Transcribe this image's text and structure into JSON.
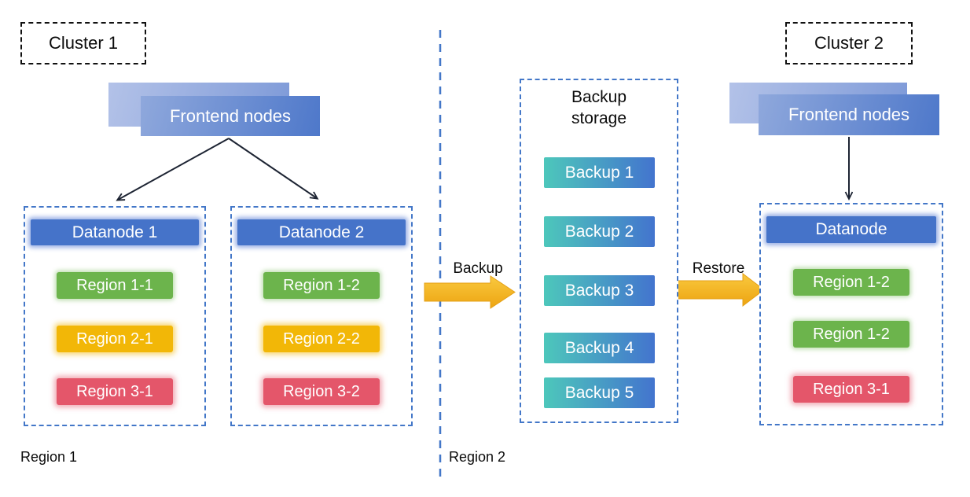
{
  "colors": {
    "dashed-blue": "#4377C8",
    "header-blue": "#4573C9",
    "region-green": "#6CB44C",
    "region-yellow": "#F2B707",
    "region-red": "#E4566A",
    "backup-teal": "#4DC7BB",
    "backup-blue": "#4374CE",
    "arrow-gold-light": "#F9C93F",
    "arrow-gold-dark": "#EDA411",
    "frontend-light": "#8FA8DC",
    "frontend-dark": "#4E78CA",
    "frontend-back-light": "#B3C2E8",
    "frontend-back-dark": "#7E9AD8",
    "thin-arrow": "#1D2433"
  },
  "cluster1": {
    "label": "Cluster 1",
    "frontend_label": "Frontend nodes",
    "datanode1": {
      "title": "Datanode 1",
      "regions": [
        {
          "label": "Region 1-1",
          "color": "green"
        },
        {
          "label": "Region 2-1",
          "color": "yellow"
        },
        {
          "label": "Region 3-1",
          "color": "red"
        }
      ]
    },
    "datanode2": {
      "title": "Datanode 2",
      "regions": [
        {
          "label": "Region 1-2",
          "color": "green"
        },
        {
          "label": "Region 2-2",
          "color": "yellow"
        },
        {
          "label": "Region 3-2",
          "color": "red"
        }
      ]
    }
  },
  "cluster2": {
    "label": "Cluster 2",
    "frontend_label": "Frontend nodes",
    "datanode": {
      "title": "Datanode",
      "regions": [
        {
          "label": "Region 1-2",
          "color": "green"
        },
        {
          "label": "Region 1-2",
          "color": "green"
        },
        {
          "label": "Region 3-1",
          "color": "red"
        }
      ]
    }
  },
  "backup_storage": {
    "title": "Backup storage",
    "items": [
      "Backup 1",
      "Backup 2",
      "Backup 3",
      "Backup 4",
      "Backup 5"
    ]
  },
  "flows": {
    "backup": "Backup",
    "restore": "Restore"
  },
  "footer": {
    "region1": "Region 1",
    "region2": "Region 2"
  }
}
